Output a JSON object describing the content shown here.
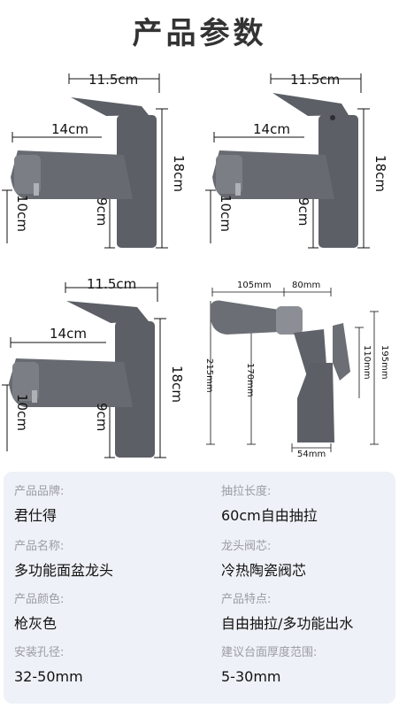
{
  "title": "产品参数",
  "diagrams": [
    {
      "labels": {
        "top": "11.5cm",
        "spout": "14cm",
        "height": "18cm",
        "left": "10cm",
        "body": "9cm"
      }
    },
    {
      "labels": {
        "top": "11.5cm",
        "spout": "14cm",
        "height": "18cm",
        "left": "10cm",
        "body": "9cm"
      }
    },
    {
      "labels": {
        "top": "11.5cm",
        "spout": "14cm",
        "height": "18cm",
        "left": "10cm",
        "body": "9cm"
      }
    },
    {
      "labels": {
        "spout": "105mm",
        "neck": "80mm",
        "total_h": "215mm",
        "mid_h": "170mm",
        "handle_h": "110mm",
        "right_h": "195mm",
        "base": "54mm"
      }
    }
  ],
  "specs": [
    {
      "label": "产品品牌:",
      "value": "君仕得"
    },
    {
      "label": "抽拉长度:",
      "value": "60cm自由抽拉"
    },
    {
      "label": "产品名称:",
      "value": "多功能面盆龙头"
    },
    {
      "label": "龙头阀芯:",
      "value": "冷热陶瓷阀芯"
    },
    {
      "label": "产品颜色:",
      "value": "枪灰色"
    },
    {
      "label": "产品特点:",
      "value": "自由抽拉/多功能出水"
    },
    {
      "label": "安装孔径:",
      "value": "32-50mm"
    },
    {
      "label": "建议台面厚度范围:",
      "value": "5-30mm"
    }
  ],
  "colors": {
    "faucet": "#5c6066",
    "faucet_light": "#8b8f95",
    "panel": "#eef1f7"
  }
}
